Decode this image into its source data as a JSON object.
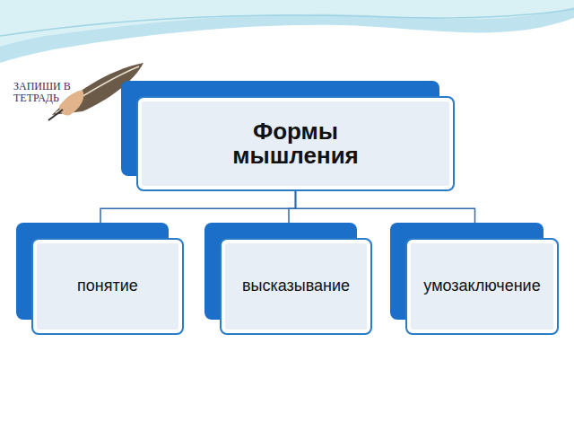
{
  "diagram": {
    "nodes": [
      {
        "text": [
          "Формы мышления"
        ]
      },
      {
        "text": [
          "понятие"
        ]
      },
      {
        "text": [
          "высказывание"
        ]
      },
      {
        "text": [
          "умозаключение"
        ]
      }
    ],
    "edges": [
      {
        "from": 0,
        "to": 1,
        "arrow": "none"
      },
      {
        "from": 0,
        "to": 2,
        "arrow": "none"
      },
      {
        "from": 0,
        "to": 3,
        "arrow": "none"
      }
    ],
    "labels": [
      "ЗАПИШИ В ТЕТРАДЬ"
    ]
  }
}
